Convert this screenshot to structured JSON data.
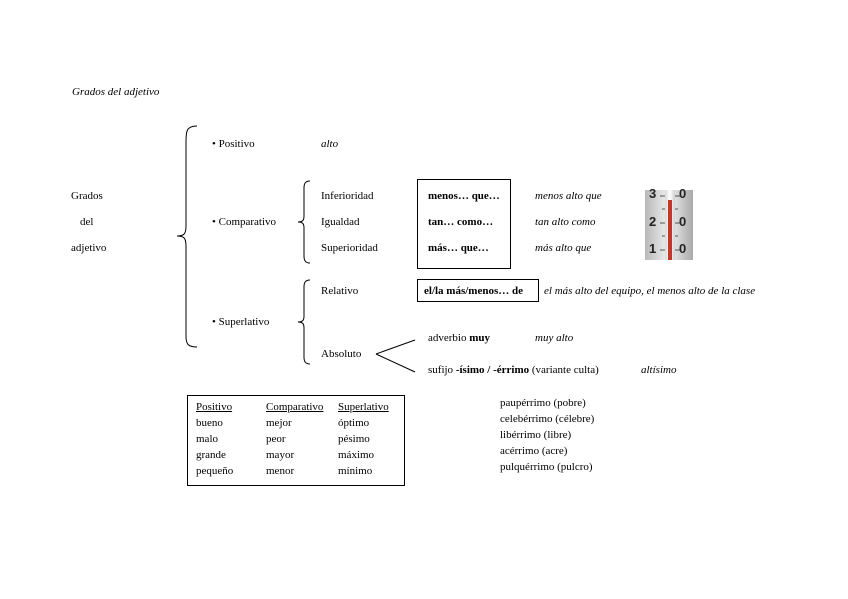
{
  "doc": {
    "title": "Grados del adjetivo",
    "side_label": [
      "Grados",
      "del",
      "adjetivo"
    ]
  },
  "positivo": {
    "label": "• Positivo",
    "example": "alto"
  },
  "comparativo": {
    "label": "• Comparativo",
    "rows": [
      {
        "name": "Inferioridad",
        "formula": "menos… que…",
        "example": "menos alto que"
      },
      {
        "name": "Igualdad",
        "formula": "tan… como…",
        "example": "tan alto como"
      },
      {
        "name": "Superioridad",
        "formula": "más… que…",
        "example": "más alto que"
      }
    ]
  },
  "superlativo": {
    "label": "• Superlativo",
    "relativo": {
      "name": "Relativo",
      "formula": "el/la más/menos… de",
      "example": "el más alto del equipo, el menos alto de la clase"
    },
    "absoluto": {
      "name": "Absoluto",
      "adverbio": {
        "prefix": "adverbio",
        "bold": "muy",
        "example": "muy alto"
      },
      "sufijo": {
        "prefix": "sufijo",
        "bold": "-ísimo / -érrimo",
        "suffix": "(variante culta)",
        "example": "altísimo"
      }
    }
  },
  "irregular_table": {
    "headers": [
      "Positivo",
      "Comparativo",
      "Superlativo"
    ],
    "rows": [
      [
        "bueno",
        "mejor",
        "óptimo"
      ],
      [
        "malo",
        "peor",
        "pésimo"
      ],
      [
        "grande",
        "mayor",
        "máximo"
      ],
      [
        "pequeño",
        "menor",
        "mínimo"
      ]
    ]
  },
  "errimo_list": [
    "paupérrimo (pobre)",
    "celebérrimo (célebre)",
    "libérrimo (libre)",
    "acérrimo (acre)",
    "pulquérrimo (pulcro)"
  ],
  "thermometer": {
    "scale": [
      "3",
      "0",
      "2",
      "0",
      "1",
      "0"
    ]
  }
}
